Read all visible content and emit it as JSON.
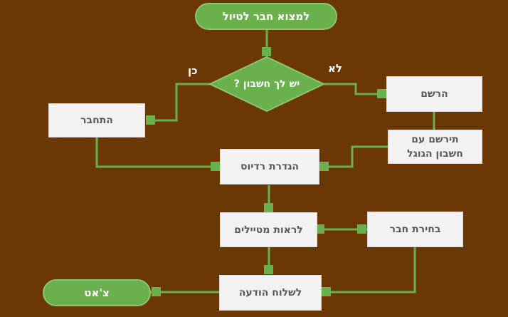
{
  "colors": {
    "background": "#6a3705",
    "accent": "#6ab04c",
    "box": "#f2f2f2",
    "text": "#5a5a5a"
  },
  "nodes": {
    "start": "למצוא חבר לטיול",
    "decision": "יש לך חשבון ?",
    "register": "הרשם",
    "google": "תירשם עם\nחשבון הגוגל",
    "login": "התחבר",
    "radius": "הגדרת רדיוס",
    "view": "לראות מטיילים",
    "choose": "בחירת חבר",
    "send": "לשלוח הודעה",
    "chat": "צ'אט"
  },
  "edge_labels": {
    "yes": "כן",
    "no": "לא"
  }
}
